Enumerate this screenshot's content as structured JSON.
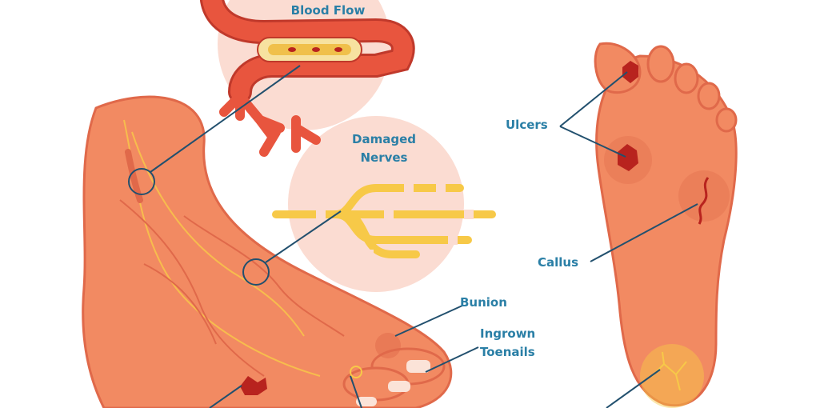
{
  "labels": {
    "blood_flow": "Blood Flow",
    "damaged_nerves_line1": "Damaged",
    "damaged_nerves_line2": "Nerves",
    "ulcers": "Ulcers",
    "callus": "Callus",
    "bunion": "Bunion",
    "ingrown_toenails_line1": "Ingrown",
    "ingrown_toenails_line2": "Toenails"
  },
  "colors": {
    "skin": "#f28a62",
    "skin_dark": "#e0694a",
    "outline": "#c0392b",
    "circle_bg": "#fbdcd2",
    "nerve": "#f7c948",
    "leader": "#22506e",
    "label": "#2a7fa6",
    "wound": "#b8231e"
  }
}
